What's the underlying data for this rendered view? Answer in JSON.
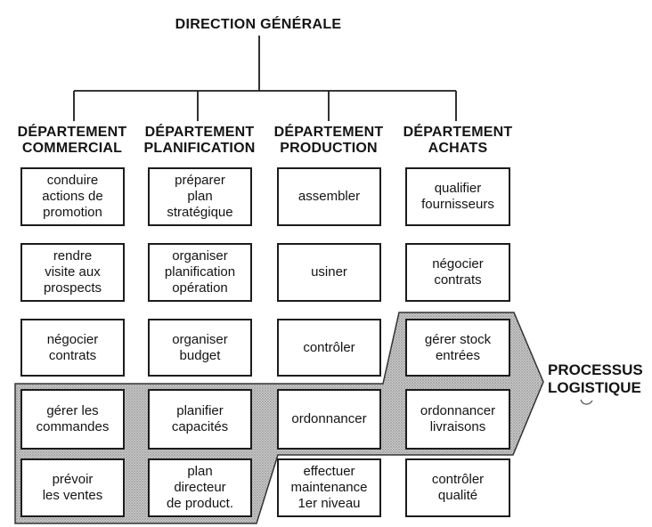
{
  "title": "DIRECTION GÉNÉRALE",
  "process_arrow": {
    "label": "PROCESSUS\nLOGISTIQUE"
  },
  "colors": {
    "line": "#1c1c1c",
    "shade_base": "#cbcbcb",
    "shade_dot": "#7e7e7e",
    "background": "#ffffff"
  },
  "columns": [
    {
      "heading": "DÉPARTEMENT\nCOMMERCIAL",
      "boxes": [
        "conduire\nactions de\npromotion",
        "rendre\nvisite aux\nprospects",
        "négocier\ncontrats",
        "gérer les\ncommandes",
        "prévoir\nles ventes"
      ]
    },
    {
      "heading": "DÉPARTEMENT\nPLANIFICATION",
      "boxes": [
        "préparer\nplan\nstratégique",
        "organiser\nplanification\nopération",
        "organiser\nbudget",
        "planifier\ncapacités",
        "plan\ndirecteur\nde product."
      ]
    },
    {
      "heading": "DÉPARTEMENT\nPRODUCTION",
      "boxes": [
        "assembler",
        "usiner",
        "contrôler",
        "ordonnancer",
        "effectuer\nmaintenance\n1er niveau"
      ]
    },
    {
      "heading": "DÉPARTEMENT\nACHATS",
      "boxes": [
        "qualifier\nfournisseurs",
        "négocier\ncontrats",
        "gérer stock\nentrées",
        "ordonnancer\nlivraisons",
        "contrôler\nqualité"
      ]
    }
  ]
}
